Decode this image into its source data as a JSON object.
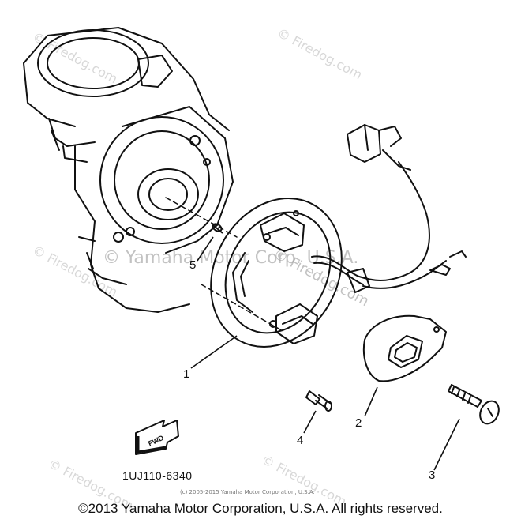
{
  "diagram": {
    "callouts": [
      "1",
      "2",
      "3",
      "4",
      "5"
    ],
    "part_code": "1UJ110-6340",
    "fwd_label": "FWD",
    "credit_small": "(c) 2005-2015 Yamaha Motor Corporation, U.S.A.",
    "footer": "©2013 Yamaha Motor Corporation, U.S.A. All rights reserved."
  },
  "watermarks": {
    "corner": "© Firedog.com",
    "center_line1": "© Yamaha Motor Corp. U.S.A.",
    "center_line2": "© Firedog.com"
  }
}
